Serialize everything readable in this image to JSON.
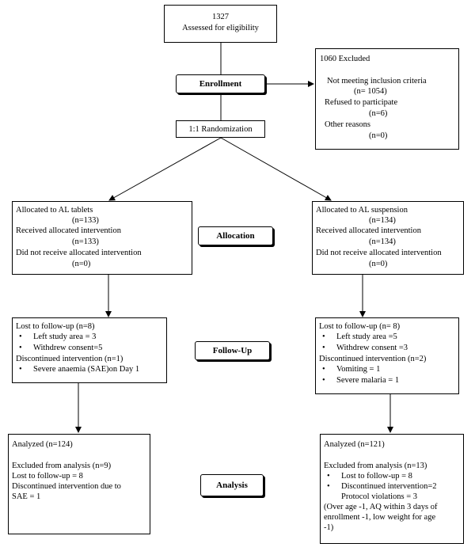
{
  "eligibility": {
    "count": "1327",
    "label": "Assessed for eligibility"
  },
  "excluded": {
    "title": "1060 Excluded",
    "items": [
      {
        "label": "Not meeting inclusion criteria",
        "n": "(n= 1054)"
      },
      {
        "label": "Refused to participate",
        "n": "(n=6)"
      },
      {
        "label": "Other reasons",
        "n": "(n=0)"
      }
    ]
  },
  "stages": {
    "enrollment": "Enrollment",
    "allocation": "Allocation",
    "followup": "Follow-Up",
    "analysis": "Analysis"
  },
  "randomization": "1:1 Randomization",
  "left": {
    "allocation": {
      "l1": "Allocated to AL tablets",
      "n1": "(n=133)",
      "l2": "Received allocated intervention",
      "n2": "(n=133)",
      "l3": "Did not receive allocated intervention",
      "n3": "(n=0)"
    },
    "followup": {
      "l1": "Lost to follow-up (n=8)",
      "b1": "Left study area = 3",
      "b2": "Withdrew consent=5",
      "l2": "Discontinued intervention (n=1)",
      "b3": "Severe anaemia (SAE)on Day 1"
    },
    "analysis": {
      "l1": "Analyzed (n=124)",
      "l2": "Excluded from analysis (n=9)",
      "l3": "Lost to follow-up = 8",
      "l4": "Discontinued intervention due to",
      "l5": "SAE = 1"
    }
  },
  "right": {
    "allocation": {
      "l1": "Allocated to AL suspension",
      "n1": "(n=134)",
      "l2": "Received allocated intervention",
      "n2": "(n=134)",
      "l3": "Did not receive allocated intervention",
      "n3": "(n=0)"
    },
    "followup": {
      "l1": "Lost to follow-up (n= 8)",
      "b1": "Left study area =5",
      "b2": "Withdrew consent =3",
      "l2": "Discontinued intervention (n=2)",
      "b3": "Vomiting = 1",
      "b4": "Severe malaria = 1"
    },
    "analysis": {
      "l1": "Analyzed (n=121)",
      "l2": "Excluded from analysis (n=13)",
      "b1": "Lost to follow-up = 8",
      "b2": "Discontinued intervention=2",
      "l3": "Protocol violations = 3",
      "l4": "(Over age -1, AQ within 3 days of",
      "l5": "enrollment -1, low weight for age",
      "l6": "-1)"
    }
  },
  "bullet_char": "•"
}
